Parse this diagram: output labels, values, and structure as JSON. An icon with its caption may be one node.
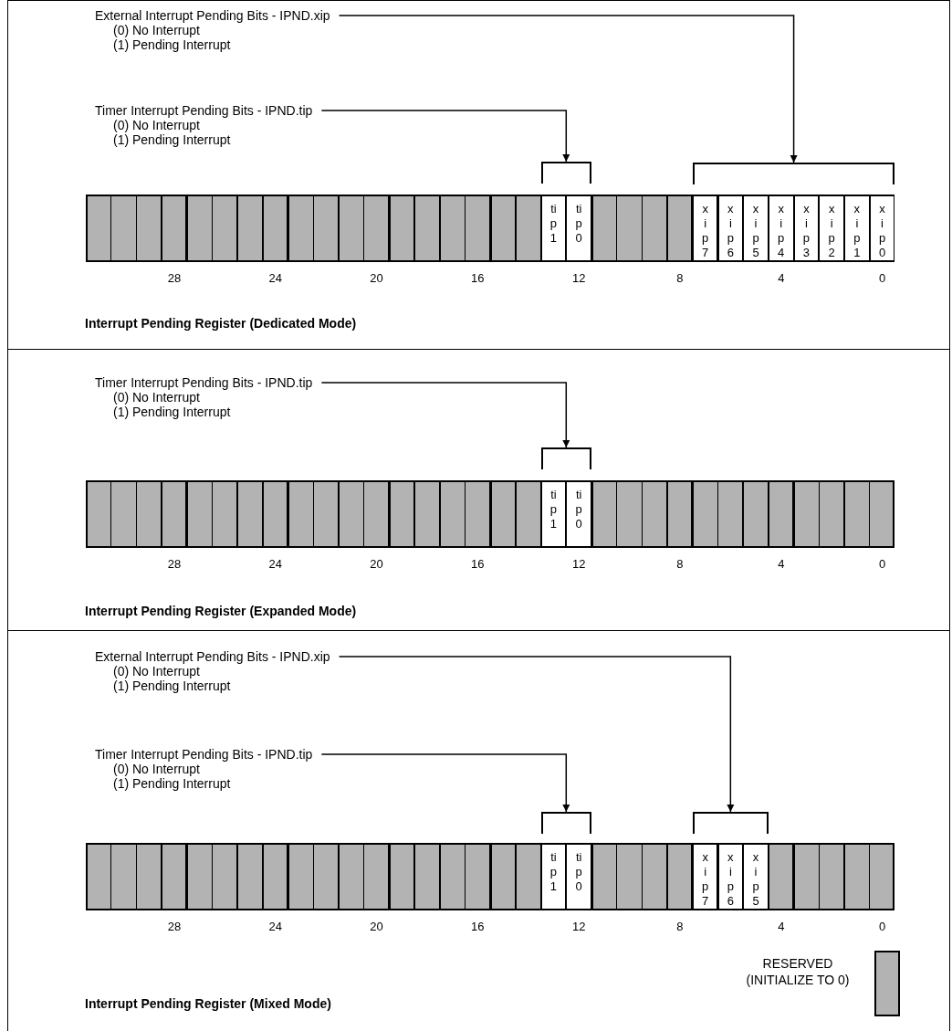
{
  "diagram": {
    "nodes": [
      {
        "text": [
          "Interrupt Pending Register (Dedicated Mode)"
        ]
      },
      {
        "text": [
          "External Interrupt Pending Bits - IPND.xip",
          "(0) No Interrupt",
          "(1) Pending Interrupt"
        ],
        "in": 0
      },
      {
        "text": [
          "Timer Interrupt Pending Bits - IPND.tip",
          "(0) No Interrupt",
          "(1) Pending Interrupt"
        ],
        "in": 0
      },
      {
        "text": [],
        "shape": "bracket",
        "in": 0
      },
      {
        "text": [],
        "shape": "bracket",
        "in": 0
      },
      {
        "text": [],
        "shape": "bar",
        "in": 0
      },
      {
        "text": [
          "tip1"
        ],
        "in": 5
      },
      {
        "text": [
          "tip0"
        ],
        "in": 5
      },
      {
        "text": [
          "xip7"
        ],
        "in": 5
      },
      {
        "text": [
          "xip6"
        ],
        "in": 5
      },
      {
        "text": [
          "xip5"
        ],
        "in": 5
      },
      {
        "text": [
          "xip4"
        ],
        "in": 5
      },
      {
        "text": [
          "xip3"
        ],
        "in": 5
      },
      {
        "text": [
          "xip2"
        ],
        "in": 5
      },
      {
        "text": [
          "xip1"
        ],
        "in": 5
      },
      {
        "text": [
          "xip0"
        ],
        "in": 5
      },
      {
        "text": [
          "Interrupt Pending Register (Expanded Mode)"
        ]
      },
      {
        "text": [
          "Timer Interrupt Pending Bits - IPND.tip",
          "(0) No Interrupt",
          "(1) Pending Interrupt"
        ],
        "in": 16
      },
      {
        "text": [],
        "shape": "bracket",
        "in": 16
      },
      {
        "text": [],
        "shape": "bar",
        "in": 16
      },
      {
        "text": [
          "tip1"
        ],
        "in": 19
      },
      {
        "text": [
          "tip0"
        ],
        "in": 19
      },
      {
        "text": [
          "Interrupt Pending Register (Mixed Mode)"
        ]
      },
      {
        "text": [
          "External Interrupt Pending Bits - IPND.xip",
          "(0) No Interrupt",
          "(1) Pending Interrupt"
        ],
        "in": 22
      },
      {
        "text": [
          "Timer Interrupt Pending Bits - IPND.tip",
          "(0) No Interrupt",
          "(1) Pending Interrupt"
        ],
        "in": 22
      },
      {
        "text": [],
        "shape": "bracket",
        "in": 22
      },
      {
        "text": [],
        "shape": "bracket",
        "in": 22
      },
      {
        "text": [],
        "shape": "bar",
        "in": 22
      },
      {
        "text": [
          "tip1"
        ],
        "in": 27
      },
      {
        "text": [
          "tip0"
        ],
        "in": 27
      },
      {
        "text": [
          "xip7"
        ],
        "in": 27
      },
      {
        "text": [
          "xip6"
        ],
        "in": 27
      },
      {
        "text": [
          "xip5"
        ],
        "in": 27
      }
    ],
    "edges": [
      {
        "from": 1,
        "to": 4,
        "arrow": "to"
      },
      {
        "from": 2,
        "to": 3,
        "arrow": "to"
      },
      {
        "from": 17,
        "to": 18,
        "arrow": "to"
      },
      {
        "from": 23,
        "to": 26,
        "arrow": "to"
      },
      {
        "from": 24,
        "to": 25,
        "arrow": "to"
      }
    ],
    "labels": [
      "28",
      "24",
      "20",
      "16",
      "12",
      "8",
      "4",
      "0",
      "28",
      "24",
      "20",
      "16",
      "12",
      "8",
      "4",
      "0",
      "28",
      "24",
      "20",
      "16",
      "12",
      "8",
      "4",
      "0"
    ],
    "legend": [
      {
        "text": "RESERVED (INITIALIZE TO 0)",
        "color": "#b3b3b3"
      }
    ]
  }
}
